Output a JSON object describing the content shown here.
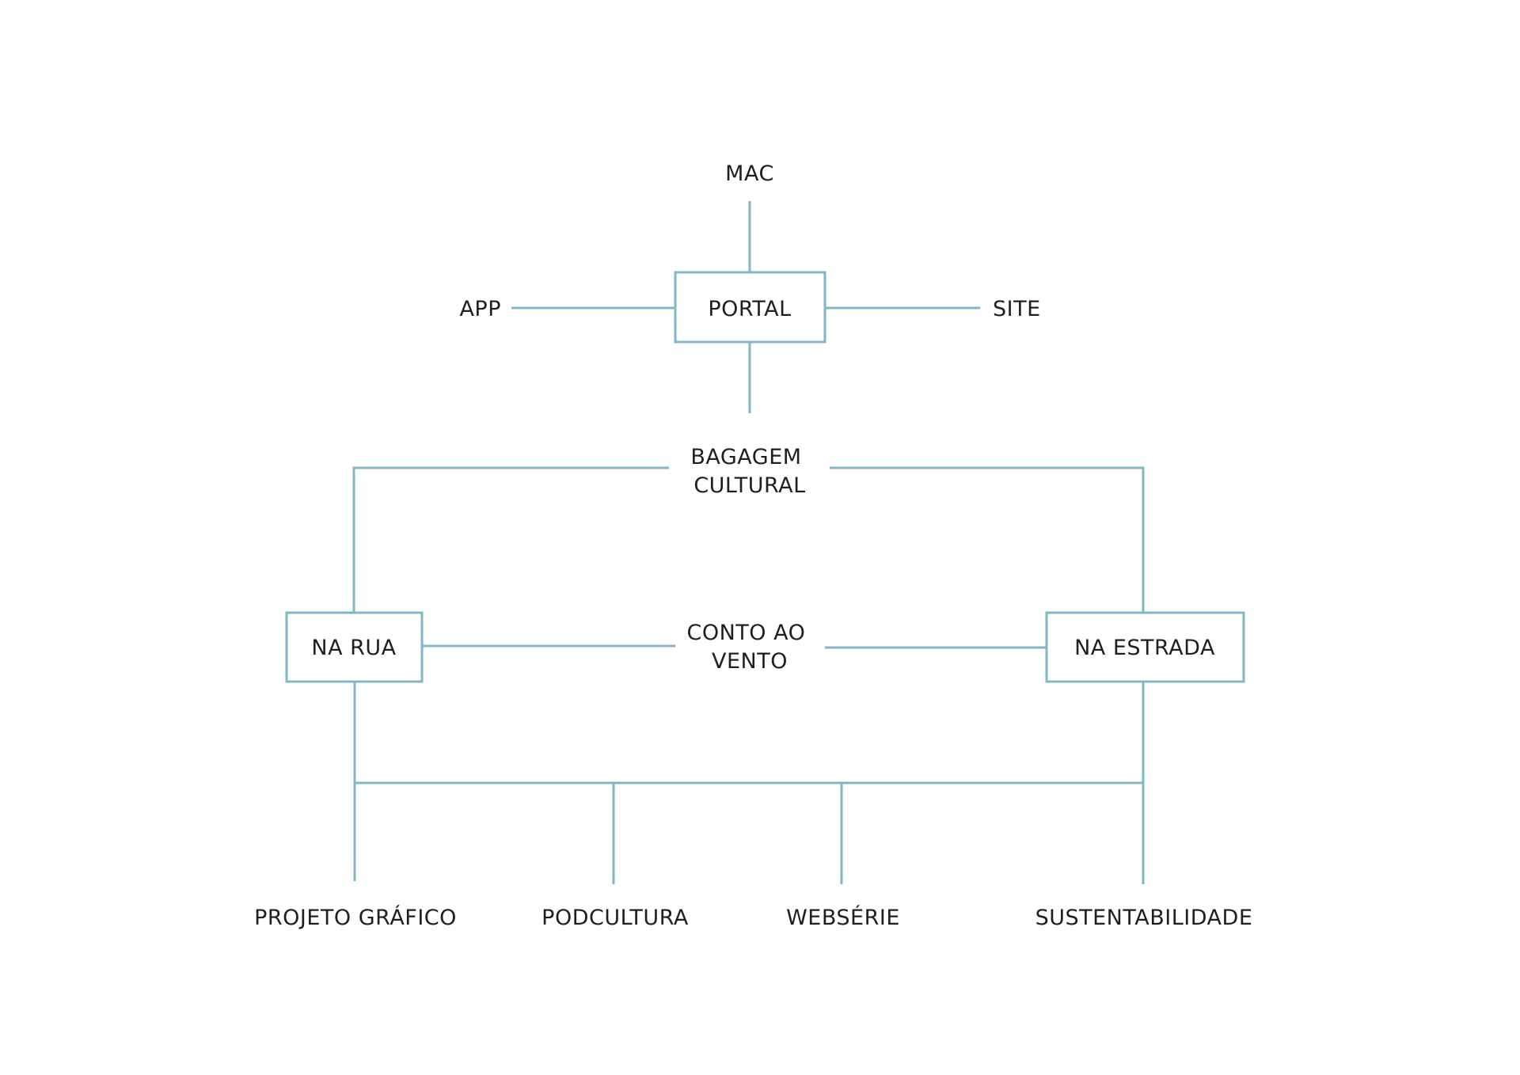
{
  "nodes": {
    "mac": "MAC",
    "app": "APP",
    "portal": "PORTAL",
    "site": "SITE",
    "bagagem_cultural": [
      "BAGAGEM",
      "CULTURAL"
    ],
    "na_rua": "NA RUA",
    "conto_ao_vento": [
      "CONTO AO",
      "VENTO"
    ],
    "na_estrada": "NA ESTRADA",
    "projeto_grafico": "PROJETO GRÁFICO",
    "podcultura": "PODCULTURA",
    "webserie": "WEBSÉRIE",
    "sustentabilidade": "SUSTENTABILIDADE"
  },
  "colors": {
    "line": "#7fb7c9",
    "text": "#1f1f1f",
    "background": "#ffffff"
  }
}
